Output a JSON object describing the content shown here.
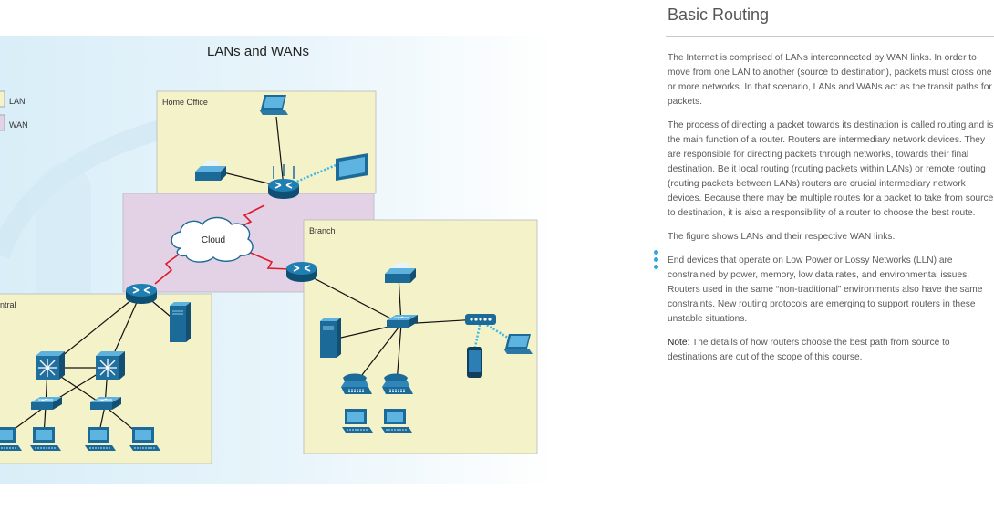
{
  "figure": {
    "title": "LANs and WANs",
    "legend": [
      {
        "label": "LAN",
        "color": "#f3f2c9"
      },
      {
        "label": "WAN",
        "color": "#e3d2e6"
      }
    ],
    "zones": {
      "home_office": "Home Office",
      "branch": "Branch",
      "central": "ntral"
    },
    "cloud_label": "Cloud"
  },
  "article": {
    "title": "Basic Routing",
    "paragraphs": [
      "The Internet is comprised of LANs interconnected by WAN links. In order to move from one LAN to another (source to destination), packets must cross one or more networks. In that scenario, LANs and WANs act as the transit paths for packets.",
      "The process of directing a packet towards its destination is called routing and is the main function of a router. Routers are intermediary network devices. They are responsible for directing packets through networks, towards their final destination. Be it local routing (routing packets within LANs) or remote routing (routing packets between LANs) routers are crucial intermediary network devices. Because there may be multiple routes for a packet to take from source to destination, it is also a responsibility of a router to choose the best route.",
      "The figure shows LANs and their respective WAN links.",
      "End devices that operate on Low Power or Lossy Networks (LLN) are constrained by power, memory, low data rates, and environmental issues. Routers used in the same “non-traditional” environments also have the same constraints. New routing protocols are emerging to support routers in these unstable situations."
    ],
    "note_label": "Note",
    "note_text": ": The details of how routers choose the best path from source to destinations are out of the scope of this course."
  },
  "colors": {
    "lan_fill": "#f3f2c9",
    "wan_fill": "#e3d2e6",
    "router": "#1b6f9c",
    "switch": "#2a7fb0",
    "wan_link": "#e0192b",
    "wireless": "#3fb7e2",
    "accent_dots": "#2aa7df"
  },
  "icons": [
    "router-icon",
    "switch-icon",
    "multilayer-switch-icon",
    "server-icon",
    "pc-icon",
    "laptop-icon",
    "ip-phone-icon",
    "printer-icon",
    "tv-icon",
    "smartphone-icon",
    "wireless-ap-icon",
    "cloud-icon"
  ]
}
